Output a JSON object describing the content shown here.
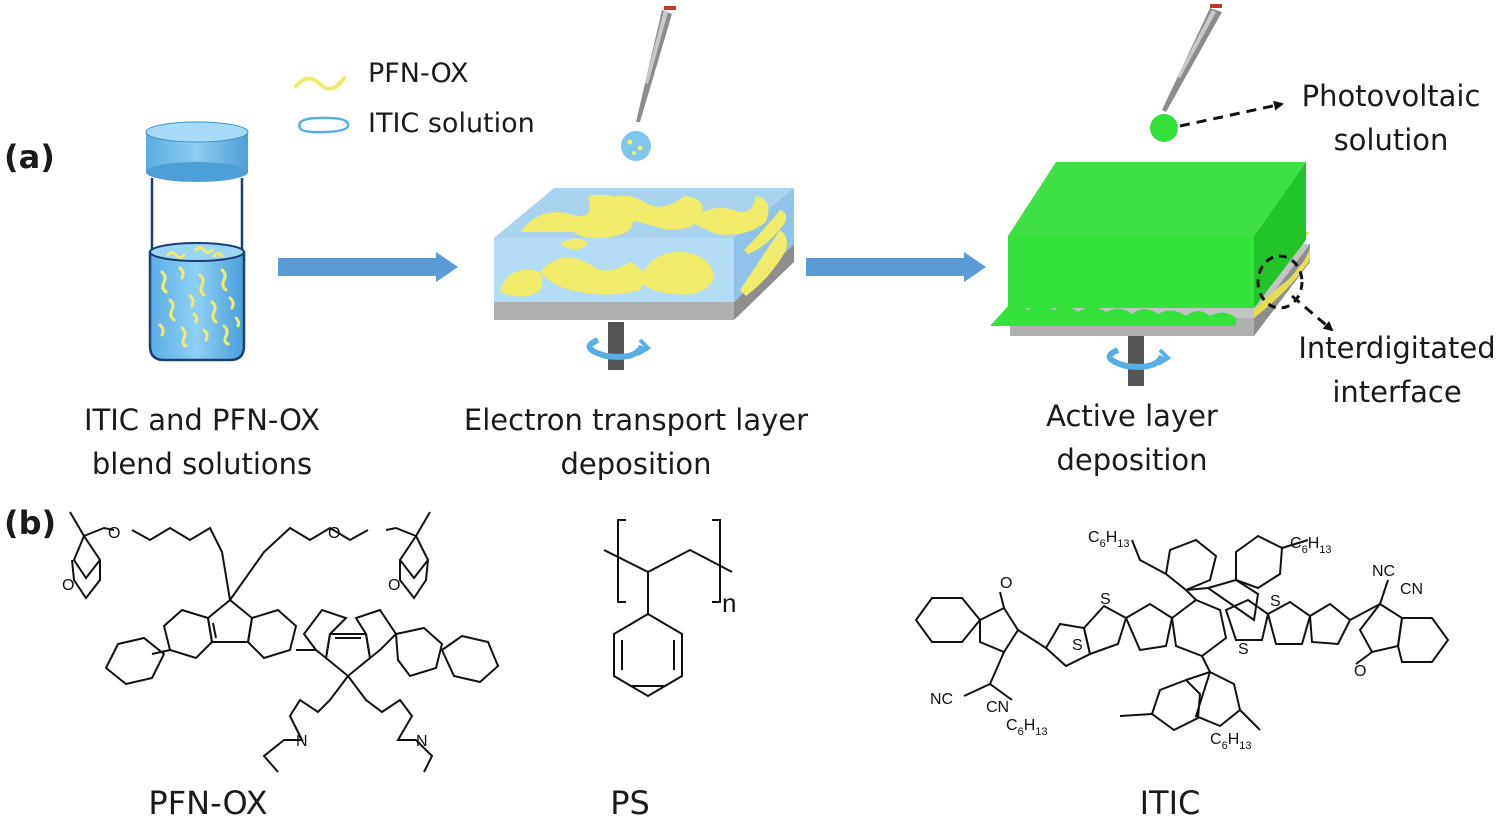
{
  "panels": {
    "a": "(a)",
    "b": "(b)"
  },
  "legend": {
    "pfn_ox": "PFN-OX",
    "itic_solution": "ITIC solution"
  },
  "captions": {
    "blend_line1": "ITIC and PFN-OX",
    "blend_line2": "blend solutions",
    "etl_line1": "Electron transport layer",
    "etl_line2": "deposition",
    "active_line1": "Active layer",
    "active_line2": "deposition"
  },
  "callouts": {
    "photovoltaic_line1": "Photovoltaic",
    "photovoltaic_line2": "solution",
    "interface_line1": "Interdigitated",
    "interface_line2": "interface"
  },
  "structures": {
    "pfn_ox": "PFN-OX",
    "ps": "PS",
    "itic": "ITIC",
    "ps_repeat": "n",
    "atoms": {
      "O": "O",
      "N": "N",
      "S": "S",
      "CN": "CN",
      "NC": "NC",
      "hexyl_C": "C",
      "hexyl_C_sub": "6",
      "hexyl_H": "H",
      "hexyl_H_sub": "13"
    }
  },
  "colors": {
    "arrow_blue": "#5b9bd5",
    "pfn_yellow": "#f0eb6b",
    "itic_blue": "#a9d3ef",
    "active_green": "#33e03a",
    "substrate_grey": "#b5b5b5"
  }
}
